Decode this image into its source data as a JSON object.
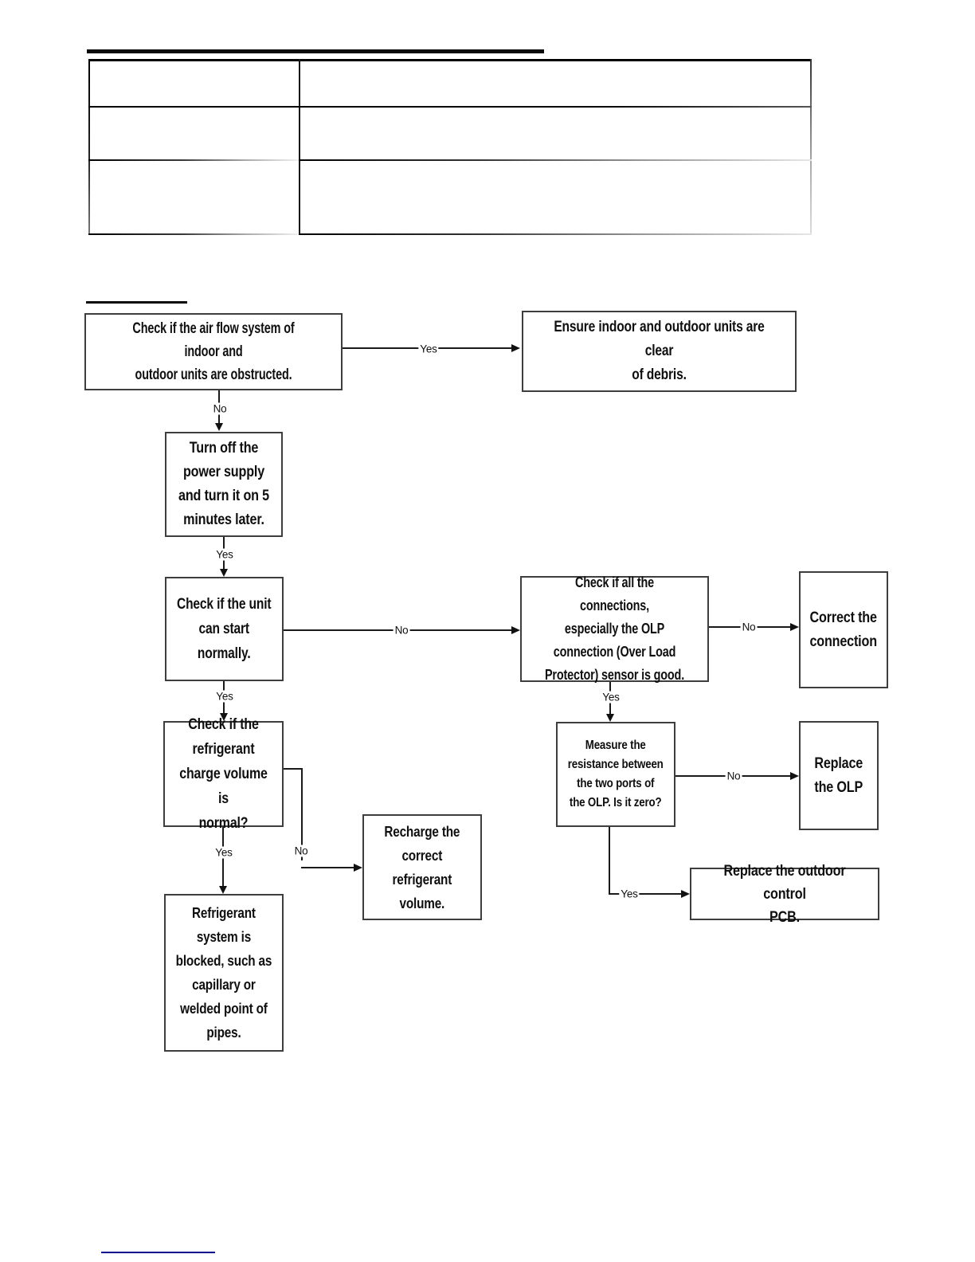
{
  "flowchart": {
    "decision_labels": {
      "yes": "Yes",
      "no": "No"
    },
    "nodes": {
      "check_airflow": "Check if the air flow system of indoor and\noutdoor units are obstructed.",
      "ensure_clear_debris": "Ensure indoor and outdoor units are clear\nof debris.",
      "power_cycle": "Turn off the\npower supply\nand turn it on 5\nminutes later.",
      "unit_starts": "Check if the unit\ncan start\nnormally.",
      "check_connections": "Check if all the connections,\nespecially the OLP\nconnection (Over Load\nProtector) sensor is good.",
      "correct_connection": "Correct the\nconnection",
      "refrigerant_volume": "Check if the\nrefrigerant\ncharge volume is\nnormal?",
      "measure_olp_resistance": "Measure the\nresistance between\nthe two ports of\nthe OLP. Is it zero?",
      "replace_olp": "Replace\nthe OLP",
      "recharge_refrigerant": "Recharge the\ncorrect\nrefrigerant\nvolume.",
      "refrigerant_blocked": "Refrigerant\nsystem is\nblocked, such as\ncapillary or\nwelded point of\npipes.",
      "replace_pcb": "Replace the outdoor control\nPCB."
    }
  }
}
